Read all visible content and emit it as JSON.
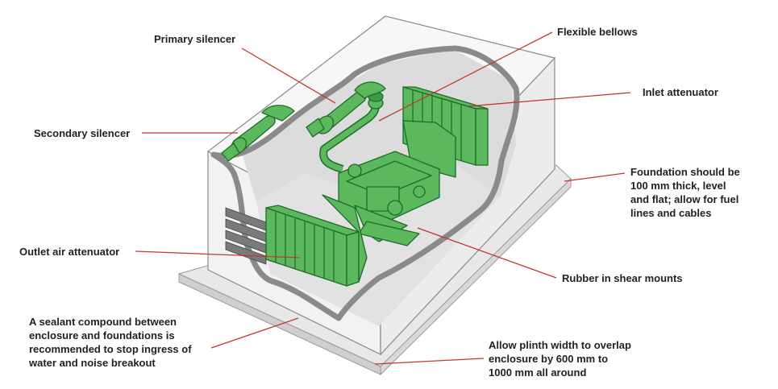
{
  "labels": {
    "primary_silencer": "Primary silencer",
    "flexible_bellows": "Flexible bellows",
    "inlet_attenuator": "Inlet attenuator",
    "secondary_silencer": "Secondary silencer",
    "foundation": "Foundation should be\n100 mm thick, level\nand flat; allow for fuel\nlines and cables",
    "outlet_air_attenuator": "Outlet air attenuator",
    "rubber_mounts": "Rubber in shear mounts",
    "sealant": "A sealant compound between\nenclosure and foundations is\nrecommended to stop ingress of\nwater and noise breakout",
    "plinth": "Allow plinth width to overlap\nenclosure by 600 mm to\n1000 mm all around"
  },
  "colors": {
    "leader_line": "#c0392b",
    "equipment_fill": "#5cb85c",
    "equipment_stroke": "#1e6b2a",
    "enclosure_wall": "#8a8a8a",
    "enclosure_fill": "#ececec",
    "plinth_fill": "#e6e6e6"
  }
}
